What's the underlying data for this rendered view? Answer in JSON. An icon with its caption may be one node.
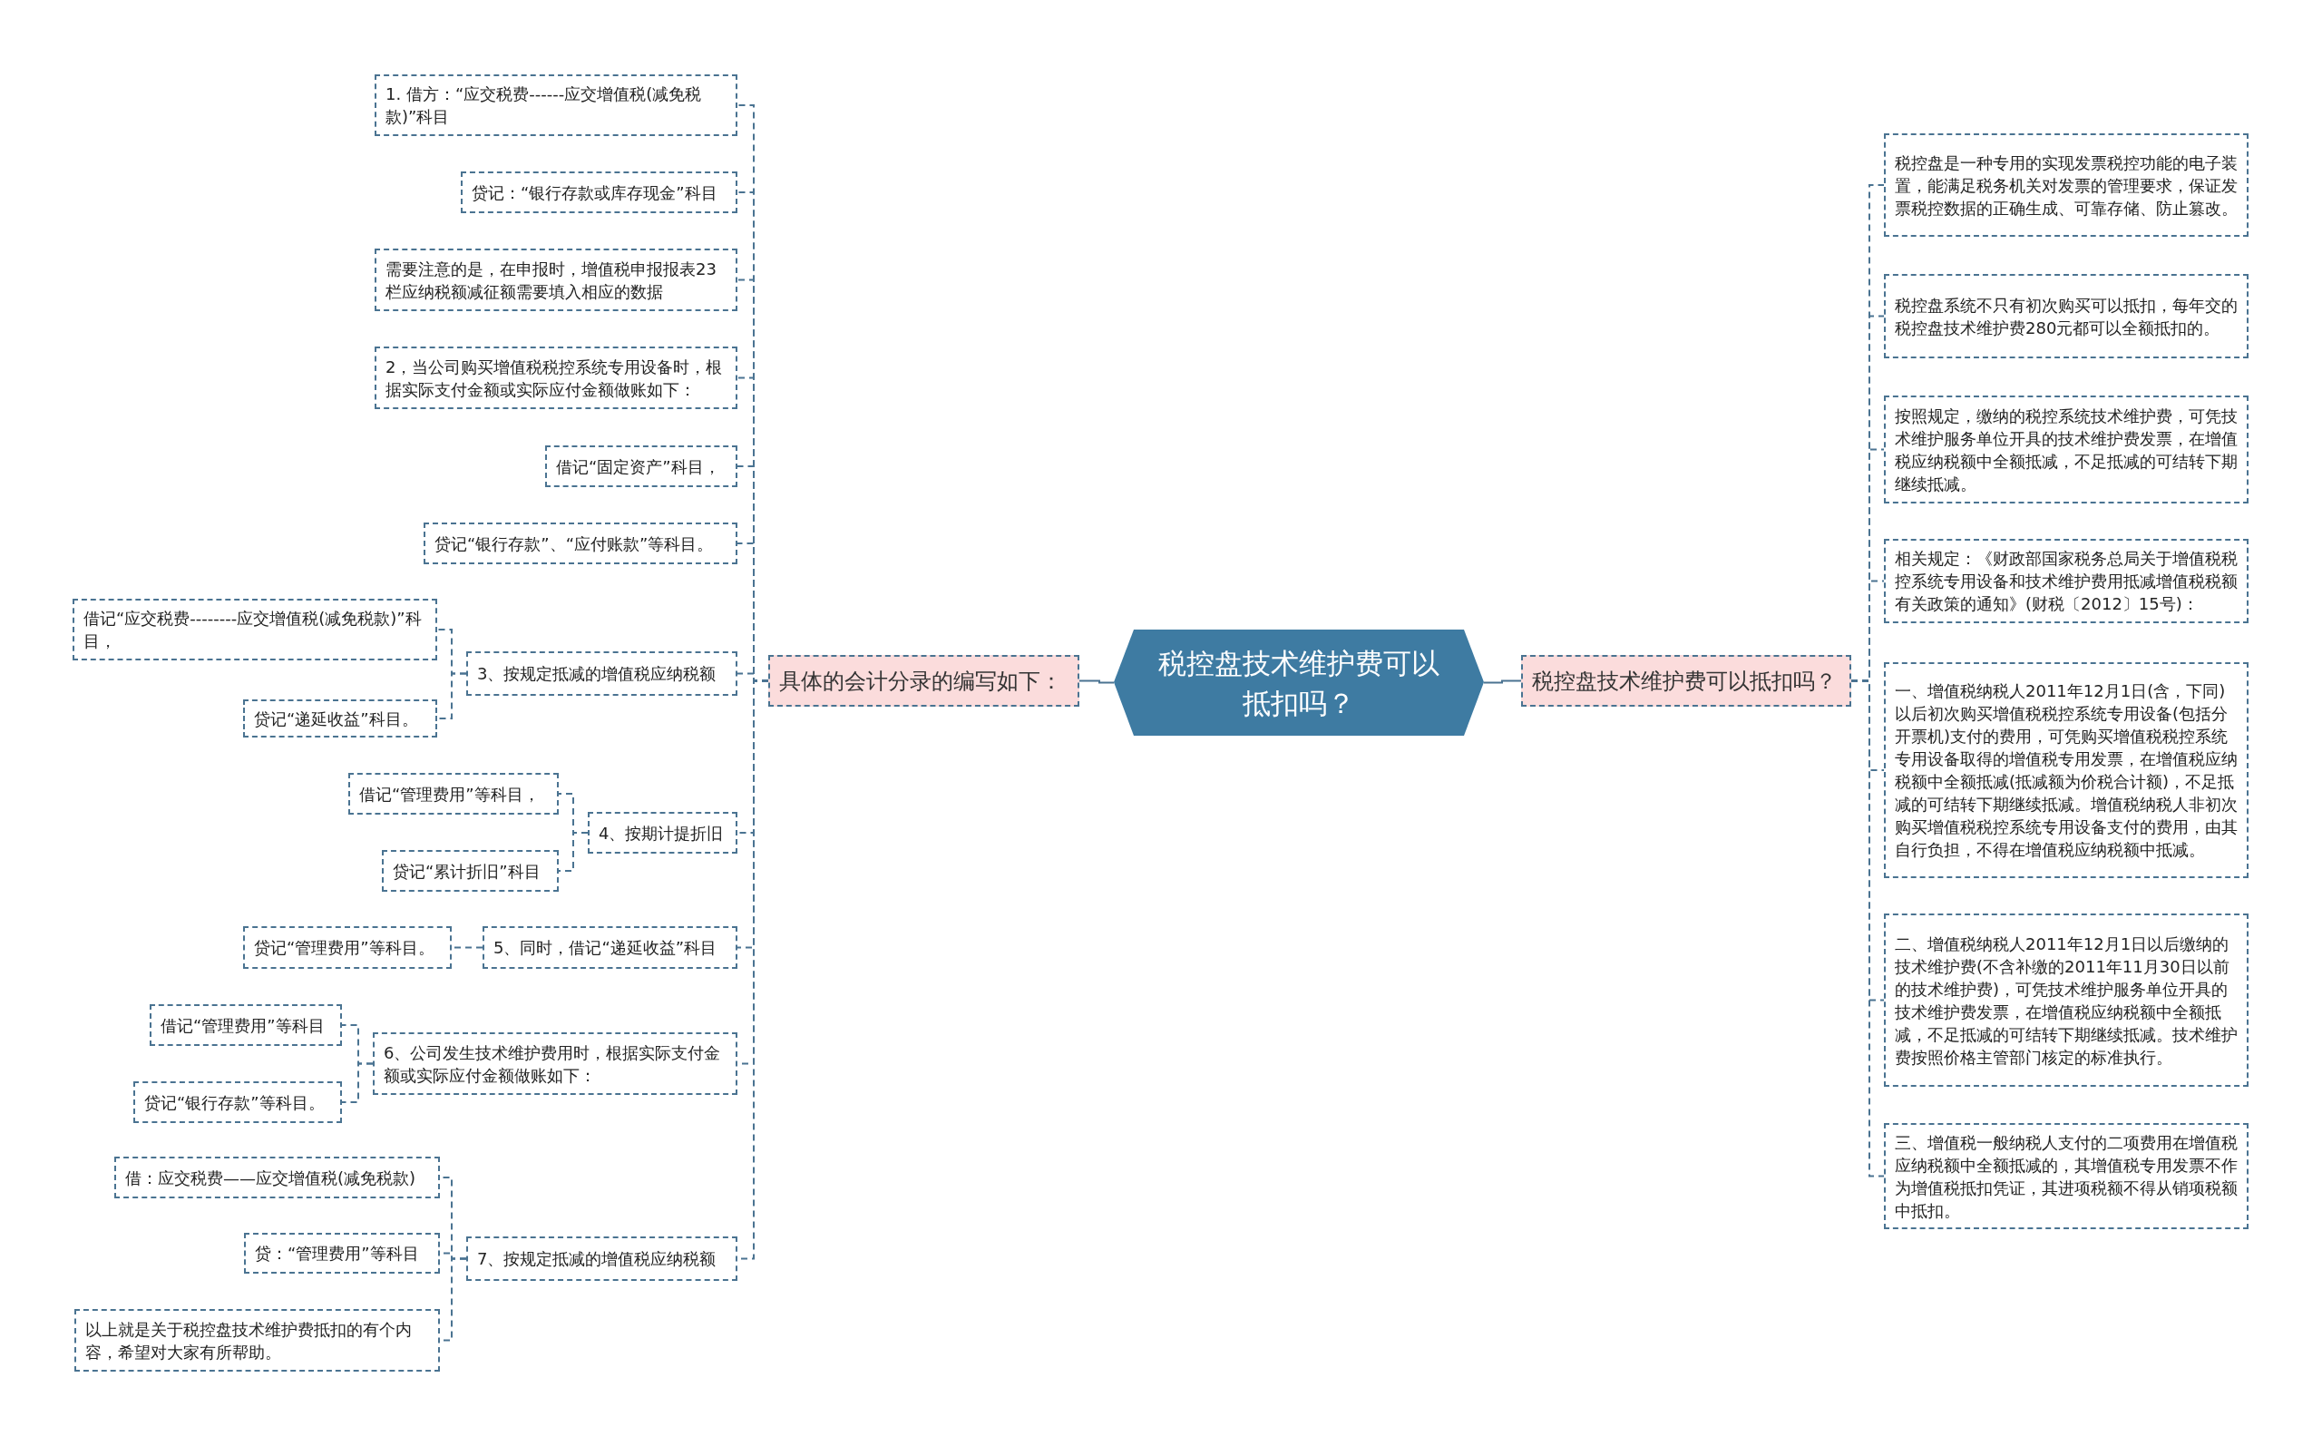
{
  "diagram": {
    "nodes": [
      {
        "text": [
          "税控盘技术维护费可以抵扣吗？"
        ]
      },
      {
        "text": [
          "具体的会计分录的编写如下："
        ]
      },
      {
        "text": [
          "税控盘技术维护费可以抵扣吗？"
        ]
      },
      {
        "text": [
          "1. 借方：“应交税费------应交增值税(减免税款)”科目"
        ]
      },
      {
        "text": [
          "贷记：“银行存款或库存现金”科目"
        ]
      },
      {
        "text": [
          "需要注意的是，在申报时，增值税申报报表23栏应纳税额减征额需要填入相应的数据"
        ]
      },
      {
        "text": [
          "2，当公司购买增值税税控系统专用设备时，根据实际支付金额或实际应付金额做账如下："
        ]
      },
      {
        "text": [
          "借记“固定资产”科目，"
        ]
      },
      {
        "text": [
          "贷记“银行存款”、“应付账款”等科目。"
        ]
      },
      {
        "text": [
          "3、按规定抵减的增值税应纳税额"
        ]
      },
      {
        "text": [
          "借记“应交税费--------应交增值税(减免税款)”科目，"
        ]
      },
      {
        "text": [
          "贷记“递延收益”科目。"
        ]
      },
      {
        "text": [
          "4、按期计提折旧"
        ]
      },
      {
        "text": [
          "借记“管理费用”等科目，"
        ]
      },
      {
        "text": [
          "贷记“累计折旧”科目"
        ]
      },
      {
        "text": [
          "5、同时，借记“递延收益”科目"
        ]
      },
      {
        "text": [
          "贷记“管理费用”等科目。"
        ]
      },
      {
        "text": [
          "6、公司发生技术维护费用时，根据实际支付金额或实际应付金额做账如下："
        ]
      },
      {
        "text": [
          "借记“管理费用”等科目"
        ]
      },
      {
        "text": [
          "贷记“银行存款”等科目。"
        ]
      },
      {
        "text": [
          "7、按规定抵减的增值税应纳税额"
        ]
      },
      {
        "text": [
          "借：应交税费——应交增值税(减免税款)"
        ]
      },
      {
        "text": [
          "贷：“管理费用”等科目"
        ]
      },
      {
        "text": [
          "以上就是关于税控盘技术维护费抵扣的有个内容，希望对大家有所帮助。"
        ]
      },
      {
        "text": [
          "税控盘是一种专用的实现发票税控功能的电子装置，能满足税务机关对发票的管理要求，保证发票税控数据的正确生成、可靠存储、防止篡改。"
        ]
      },
      {
        "text": [
          "税控盘系统不只有初次购买可以抵扣，每年交的税控盘技术维护费280元都可以全额抵扣的。"
        ]
      },
      {
        "text": [
          "按照规定，缴纳的税控系统技术维护费，可凭技术维护服务单位开具的技术维护费发票，在增值税应纳税额中全额抵减，不足抵减的可结转下期继续抵减。"
        ]
      },
      {
        "text": [
          "相关规定：《财政部国家税务总局关于增值税税控系统专用设备和技术维护费用抵减增值税税额有关政策的通知》(财税〔2012〕15号)："
        ]
      },
      {
        "text": [
          "一、增值税纳税人2011年12月1日(含，下同)以后初次购买增值税税控系统专用设备(包括分开票机)支付的费用，可凭购买增值税税控系统专用设备取得的增值税专用发票，在增值税应纳税额中全额抵减(抵减额为价税合计额)，不足抵减的可结转下期继续抵减。增值税纳税人非初次购买增值税税控系统专用设备支付的费用，由其自行负担，不得在增值税应纳税额中抵减。"
        ]
      },
      {
        "text": [
          "二、增值税纳税人2011年12月1日以后缴纳的技术维护费(不含补缴的2011年11月30日以前的技术维护费)，可凭技术维护服务单位开具的技术维护费发票，在增值税应纳税额中全额抵减，不足抵减的可结转下期继续抵减。技术维护费按照价格主管部门核定的标准执行。"
        ]
      },
      {
        "text": [
          "三、增值税一般纳税人支付的二项费用在增值税应纳税额中全额抵减的，其增值税专用发票不作为增值税抵扣凭证，其进项税额不得从销项税额中抵扣。"
        ]
      }
    ],
    "edges": [
      {
        "from": 0,
        "to": 1,
        "arrow": "none"
      },
      {
        "from": 0,
        "to": 2,
        "arrow": "none"
      },
      {
        "from": 1,
        "to": 3,
        "arrow": "none",
        "style": "dashed"
      },
      {
        "from": 1,
        "to": 4,
        "arrow": "none",
        "style": "dashed"
      },
      {
        "from": 1,
        "to": 5,
        "arrow": "none",
        "style": "dashed"
      },
      {
        "from": 1,
        "to": 6,
        "arrow": "none",
        "style": "dashed"
      },
      {
        "from": 1,
        "to": 7,
        "arrow": "none",
        "style": "dashed"
      },
      {
        "from": 1,
        "to": 8,
        "arrow": "none",
        "style": "dashed"
      },
      {
        "from": 1,
        "to": 9,
        "arrow": "none",
        "style": "dashed"
      },
      {
        "from": 9,
        "to": 10,
        "arrow": "none",
        "style": "dashed"
      },
      {
        "from": 9,
        "to": 11,
        "arrow": "none",
        "style": "dashed"
      },
      {
        "from": 1,
        "to": 12,
        "arrow": "none",
        "style": "dashed"
      },
      {
        "from": 12,
        "to": 13,
        "arrow": "none",
        "style": "dashed"
      },
      {
        "from": 12,
        "to": 14,
        "arrow": "none",
        "style": "dashed"
      },
      {
        "from": 1,
        "to": 15,
        "arrow": "none",
        "style": "dashed"
      },
      {
        "from": 15,
        "to": 16,
        "arrow": "none",
        "style": "dashed"
      },
      {
        "from": 1,
        "to": 17,
        "arrow": "none",
        "style": "dashed"
      },
      {
        "from": 17,
        "to": 18,
        "arrow": "none",
        "style": "dashed"
      },
      {
        "from": 17,
        "to": 19,
        "arrow": "none",
        "style": "dashed"
      },
      {
        "from": 1,
        "to": 20,
        "arrow": "none",
        "style": "dashed"
      },
      {
        "from": 20,
        "to": 21,
        "arrow": "none",
        "style": "dashed"
      },
      {
        "from": 20,
        "to": 22,
        "arrow": "none",
        "style": "dashed"
      },
      {
        "from": 20,
        "to": 23,
        "arrow": "none",
        "style": "dashed"
      },
      {
        "from": 2,
        "to": 24,
        "arrow": "none",
        "style": "dashed"
      },
      {
        "from": 2,
        "to": 25,
        "arrow": "none",
        "style": "dashed"
      },
      {
        "from": 2,
        "to": 26,
        "arrow": "none",
        "style": "dashed"
      },
      {
        "from": 2,
        "to": 27,
        "arrow": "none",
        "style": "dashed"
      },
      {
        "from": 2,
        "to": 28,
        "arrow": "none",
        "style": "dashed"
      },
      {
        "from": 2,
        "to": 29,
        "arrow": "none",
        "style": "dashed"
      },
      {
        "from": 2,
        "to": 30,
        "arrow": "none",
        "style": "dashed"
      }
    ]
  }
}
